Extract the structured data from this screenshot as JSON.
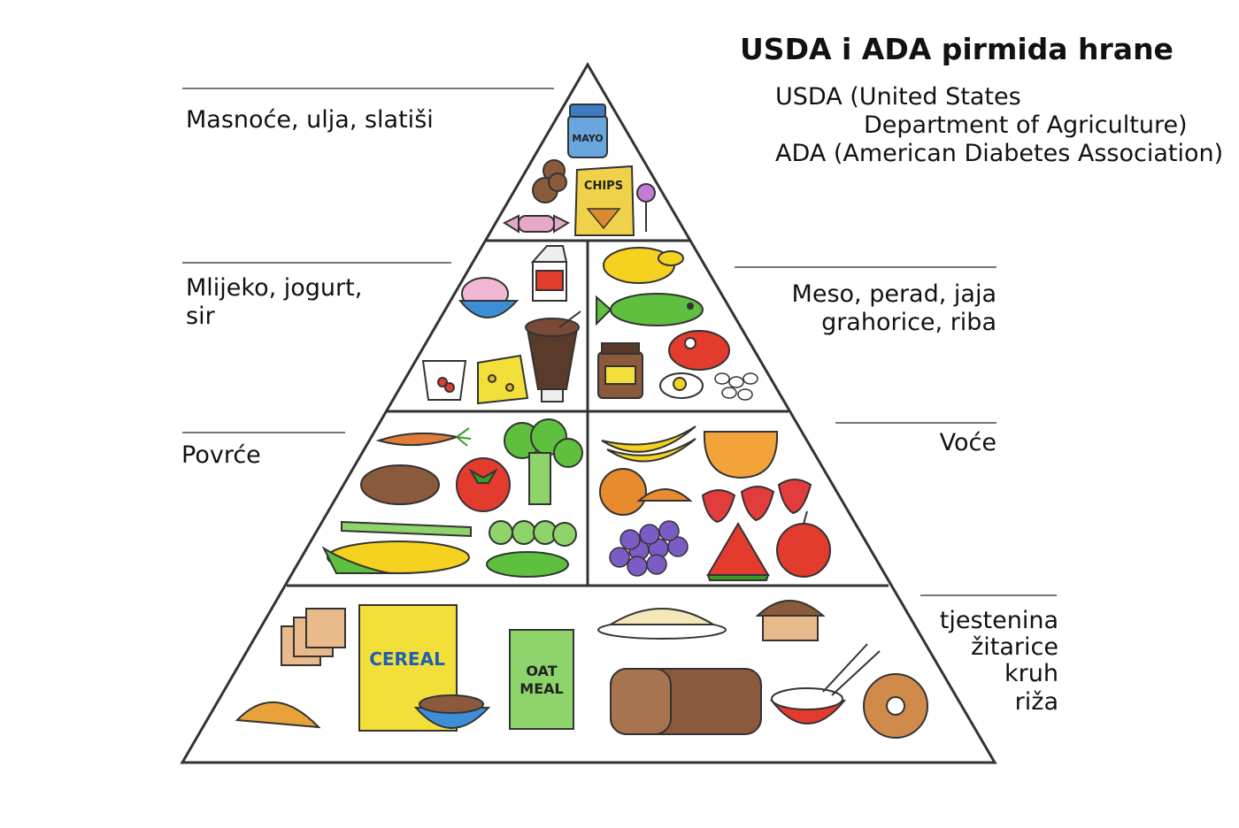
{
  "title": "USDA i ADA pirmida hrane",
  "subtitle": {
    "line1": "USDA (United States",
    "line2": "Department of Agriculture)",
    "line3": "ADA (American Diabetes Association)"
  },
  "labels": {
    "fats": "Masnoće, ulja, slatiši",
    "dairy_line1": "Mlijeko, jogurt,",
    "dairy_line2": "sir",
    "meat_line1": "Meso, perad, jaja",
    "meat_line2": "grahorice, riba",
    "vegetables": "Povrće",
    "fruit": "Voće",
    "grains_line1": "tjestenina",
    "grains_line2": "žitarice",
    "grains_line3": "kruh",
    "grains_line4": "riža"
  },
  "package_text": {
    "mayo": "MAYO",
    "chips": "CHIPS",
    "cereal": "CEREAL",
    "oat": "OAT",
    "meal": "MEAL"
  },
  "colors": {
    "outline": "#333333",
    "carrot": "#e07b3a",
    "tomato": "#e33b2e",
    "broccoli": "#5fbf3f",
    "banana": "#f4d21f",
    "grape": "#7b5cc4",
    "strawberry": "#e23c3c",
    "bread": "#8b5a3c",
    "cereal_box": "#f3df3a",
    "bowl": "#3c8fd6"
  }
}
